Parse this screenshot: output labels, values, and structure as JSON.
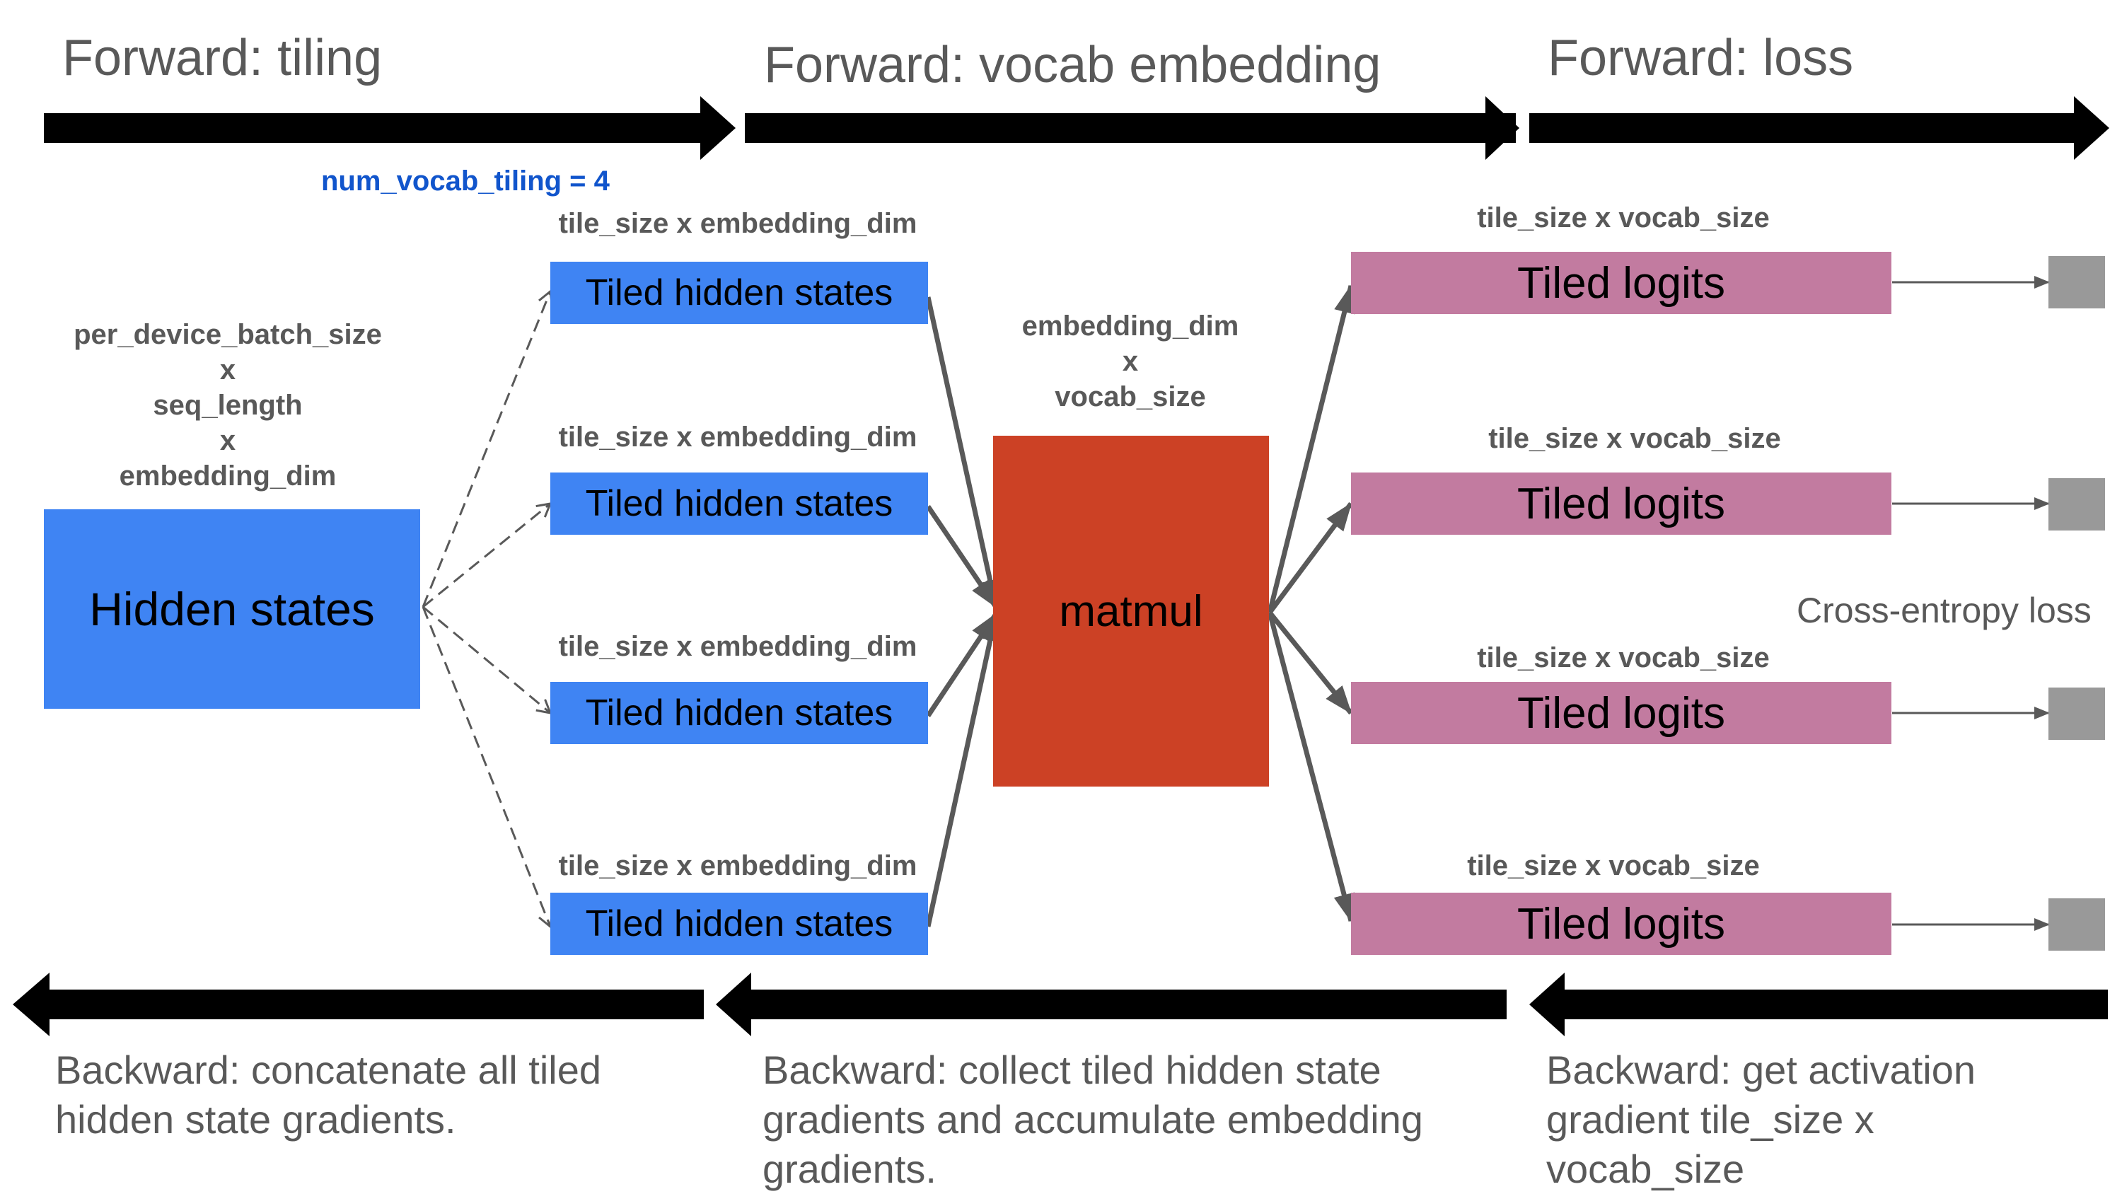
{
  "forward": {
    "tiling": "Forward: tiling",
    "vocab_embedding": "Forward: vocab embedding",
    "loss": "Forward: loss"
  },
  "param": "num_vocab_tiling = 4",
  "hidden_states": {
    "label": "Hidden states",
    "dims": "per_device_batch_size\nx\nseq_length\nx\nembedding_dim"
  },
  "tiles": [
    {
      "label": "Tiled hidden states",
      "dims": "tile_size x embedding_dim"
    },
    {
      "label": "Tiled hidden states",
      "dims": "tile_size x embedding_dim"
    },
    {
      "label": "Tiled hidden states",
      "dims": "tile_size x embedding_dim"
    },
    {
      "label": "Tiled hidden states",
      "dims": "tile_size x embedding_dim"
    }
  ],
  "matmul": {
    "label": "matmul",
    "dims": "embedding_dim\nx\nvocab_size"
  },
  "logits": [
    {
      "label": "Tiled logits",
      "dims": "tile_size x vocab_size"
    },
    {
      "label": "Tiled logits",
      "dims": "tile_size x vocab_size"
    },
    {
      "label": "Tiled logits",
      "dims": "tile_size x vocab_size"
    },
    {
      "label": "Tiled logits",
      "dims": "tile_size x vocab_size"
    }
  ],
  "loss_label": "Cross-entropy loss",
  "backward": {
    "tiling": "Backward: concatenate all tiled\nhidden state gradients.",
    "vocab_embedding": "Backward: collect tiled hidden state\ngradients and accumulate embedding\ngradients.",
    "loss": "Backward: get activation\ngradient tile_size x\nvocab_size"
  },
  "colors": {
    "hidden": "#3f84f3",
    "logits": "#c27ba0",
    "matmul": "#cc4125",
    "loss_square": "#999999",
    "param_text": "#1155cc"
  }
}
